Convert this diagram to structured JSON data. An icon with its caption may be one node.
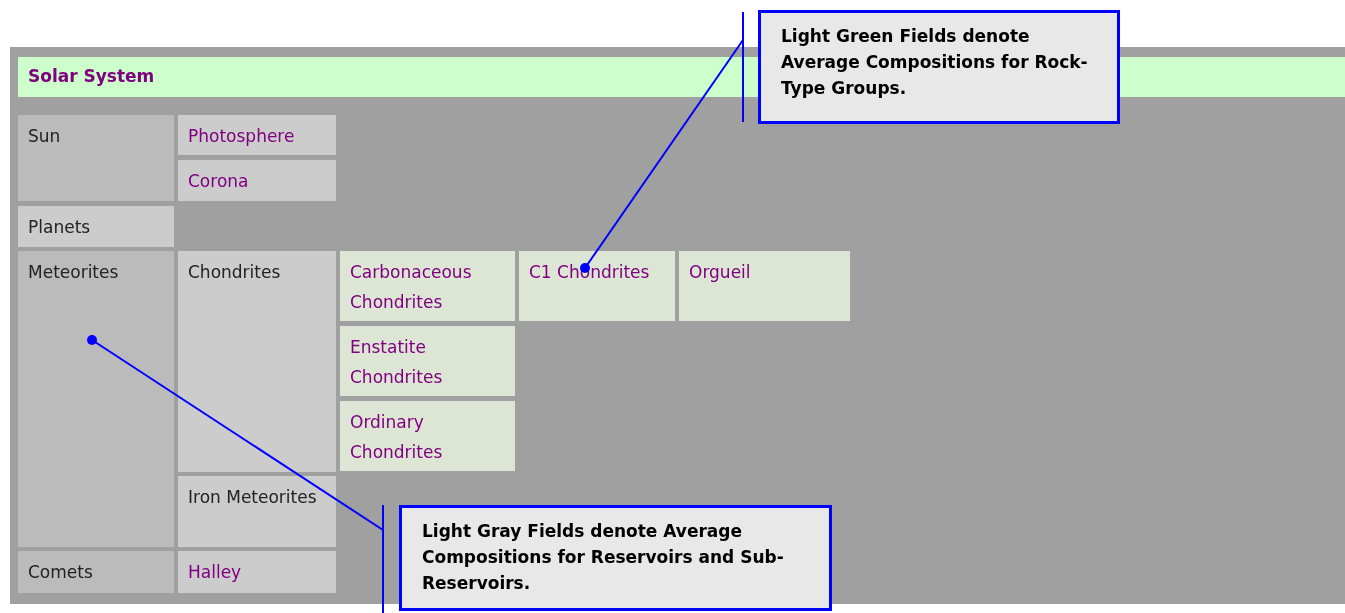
{
  "diagram": {
    "nodes": [
      {
        "text": [
          "Solar System"
        ]
      },
      {
        "text": [
          "Sun"
        ]
      },
      {
        "text": [
          "Photosphere"
        ]
      },
      {
        "text": [
          "Corona"
        ]
      },
      {
        "text": [
          "Planets"
        ]
      },
      {
        "text": [
          "Meteorites"
        ]
      },
      {
        "text": [
          "Chondrites"
        ]
      },
      {
        "text": [
          "Carbonaceous Chondrites"
        ]
      },
      {
        "text": [
          "C1 Chondrites"
        ]
      },
      {
        "text": [
          "Orgueil"
        ]
      },
      {
        "text": [
          "Enstatite Chondrites"
        ]
      },
      {
        "text": [
          "Ordinary Chondrites"
        ]
      },
      {
        "text": [
          "Iron Meteorites"
        ]
      },
      {
        "text": [
          "Comets"
        ]
      },
      {
        "text": [
          "Halley"
        ]
      },
      {
        "text": [
          "Light Green Fields denote Average Compositions for Rock-Type Groups."
        ]
      },
      {
        "text": [
          "Light Gray Fields denote Average Compositions for Reservoirs and Sub-Reservoirs."
        ]
      }
    ],
    "edges": [
      {
        "from": 15,
        "to": 8,
        "arrow": "other",
        "color": "#0000ff"
      },
      {
        "from": 16,
        "to": 5,
        "arrow": "other",
        "color": "#0000ff"
      }
    ]
  }
}
